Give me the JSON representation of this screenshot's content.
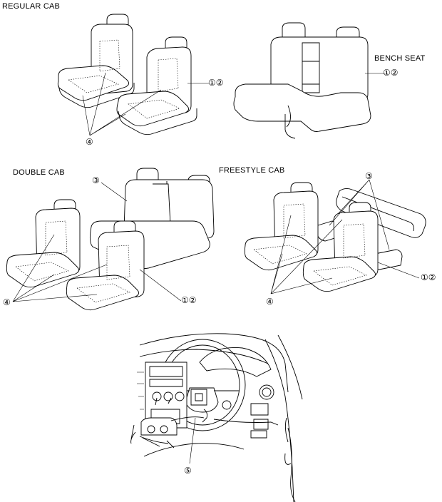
{
  "labels": {
    "regular_cab": "REGULAR CAB",
    "bench_seat": "BENCH SEAT",
    "double_cab": "DOUBLE CAB",
    "freestyle_cab": "FREESTYLE CAB"
  },
  "callouts": {
    "c12_a": "①②",
    "c12_b": "①②",
    "c12_c": "①②",
    "c12_d": "①②",
    "c3_a": "③",
    "c3_b": "③",
    "c4_a": "④",
    "c4_b": "④",
    "c4_c": "④",
    "c5": "⑤"
  }
}
